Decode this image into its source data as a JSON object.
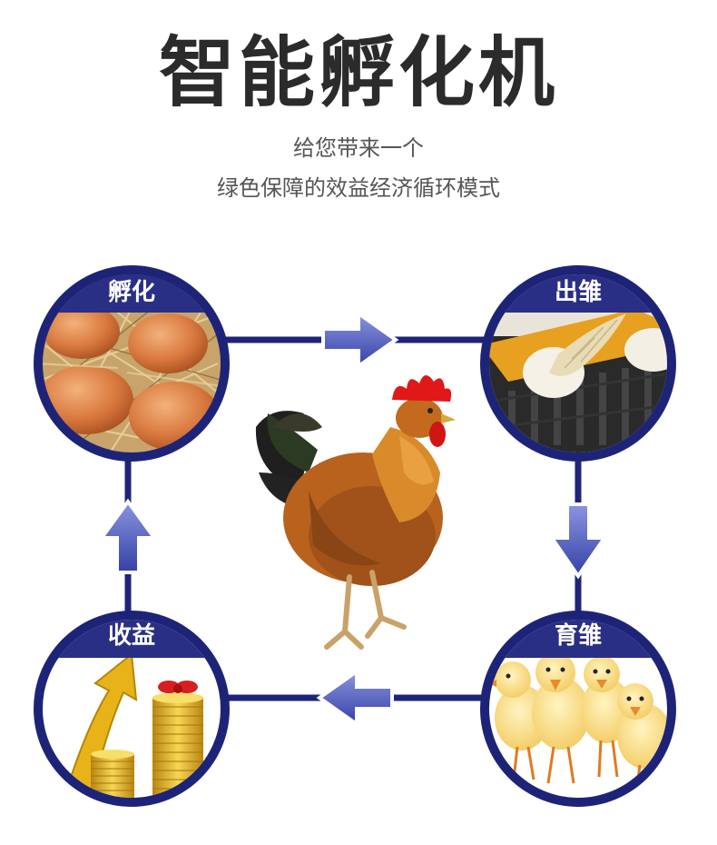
{
  "title": "智能孵化机",
  "subtitle_line1": "给您带来一个",
  "subtitle_line2": "绿色保障的效益经济循环模式",
  "stages": [
    {
      "label": "孵化",
      "image": "eggs-in-straw"
    },
    {
      "label": "出雏",
      "image": "chick-hatching-in-tray"
    },
    {
      "label": "育雏",
      "image": "yellow-chicks"
    },
    {
      "label": "收益",
      "image": "gold-coin-stacks-rising-arrow"
    }
  ],
  "center_image": "rooster",
  "colors": {
    "navy": "#1d2478",
    "arrow": "#4451b8",
    "label_bg": "#2a2f86"
  }
}
